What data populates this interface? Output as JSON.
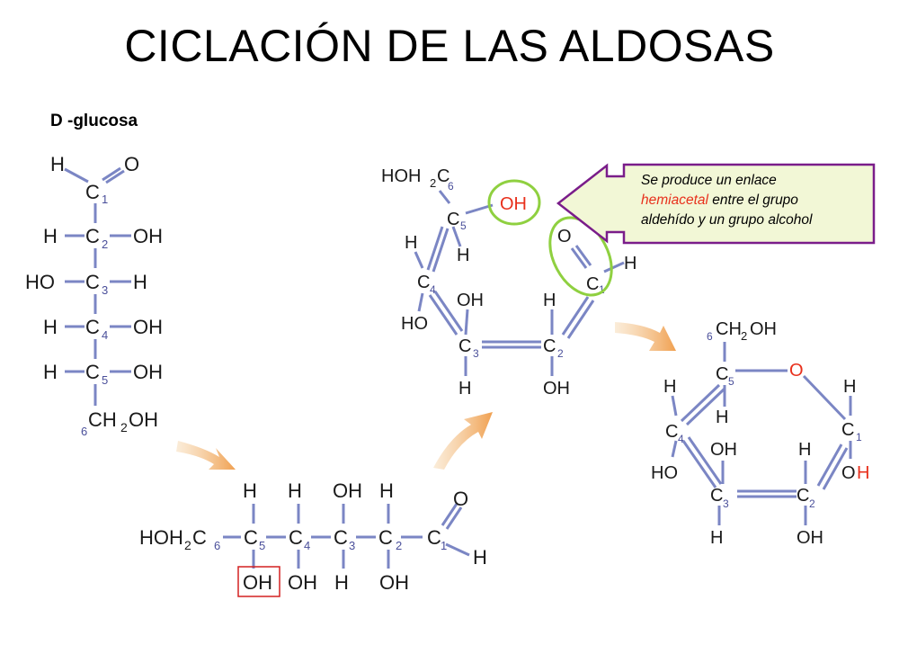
{
  "title": "CICLACIÓN DE LAS ALDOSAS",
  "subtitle": "D -glucosa",
  "callout": {
    "line1": "Se produce un enlace",
    "highlight": "hemiacetal",
    "line2_rest": " entre el grupo",
    "line3": "aldehído y un grupo alcohol"
  },
  "colors": {
    "bond": "#7b86c4",
    "atom": "#1a1a1a",
    "oxygen_red": "#e8301c",
    "highlight_green": "#8fd040",
    "callout_border": "#7a1d8a",
    "callout_fill": "#f2f7d6",
    "arrow": "#f0a050",
    "locant": "#4a4f9a",
    "box_red": "#d42020"
  },
  "icons": [
    "curved-arrow-icon",
    "callout-pointer-icon"
  ]
}
